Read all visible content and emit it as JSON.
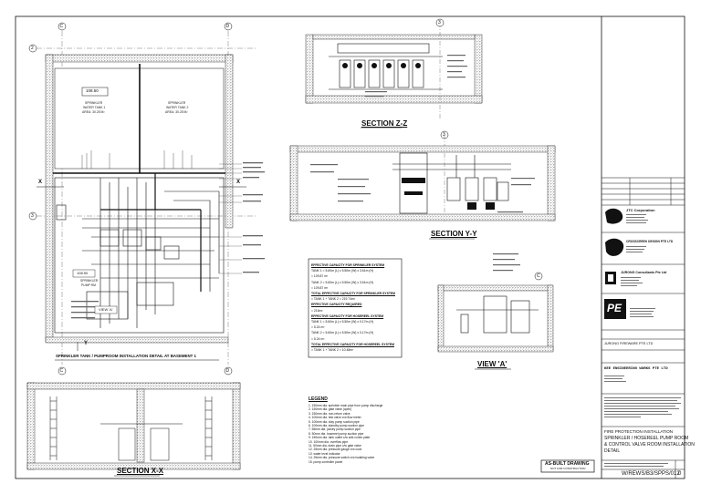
{
  "grid_labels": {
    "c": "C",
    "d": "D",
    "two": "2",
    "three": "3",
    "x": "X",
    "y": "Y"
  },
  "plan": {
    "tank1_level": "108.50",
    "tank1_name": "SPRINKLER",
    "tank1_sub": "WATER TANK 1",
    "tank1_area": "AREA: 30.25 M²",
    "tank2_name": "SPRINKLER",
    "tank2_sub": "WATER TANK 2",
    "tank2_area": "AREA: 30.25 M²",
    "room_level": "108.50",
    "room_name": "SPRINKLER",
    "room_sub": "PUMP RM",
    "view_a": "VIEW 'A'",
    "title": "SPRINKLER TANK / PUMPROOM INSTALLATION DETAIL AT BASEMENT 1"
  },
  "sections": {
    "zz": "SECTION Z-Z",
    "yy": "SECTION Y-Y",
    "xx": "SECTION X-X",
    "view_a": "VIEW 'A'"
  },
  "capacity_lines": [
    "EFFECTIVE CAPACITY FOR SPRINKLER SYSTEM",
    "TANK 1 = 5.60m (L) x 5.50m (W) x 3.61m (H)",
    "= 109.87 m³",
    "TANK 2 = 5.60m (L) x 5.50m (W) x 3.61m (H)",
    "= 109.87 m³",
    "TOTAL EFFECTIVE CAPACITY FOR SPRINKLER SYSTEM",
    "= TANK 1 + TANK 2 = 219.74m³",
    "EFFECTIVE CAPACITY REQUIRED",
    "= 216m³",
    "EFFECTIVE CAPACITY FOR HOSEREEL SYSTEM",
    "TANK 1 = 5.60m (L) x 5.50m (W) x 0.17m (H)",
    "= 5.24 m³",
    "TANK 2 = 5.60m (L) x 5.50m (W) x 0.17m (H)",
    "= 5.24 m³",
    "TOTAL EFFECTIVE CAPACITY FOR HOSEREEL SYSTEM",
    "= TANK 1 + TANK 2 = 10.48m³"
  ],
  "legend": {
    "title": "LEGEND",
    "items": [
      "1. 150mm dia. sprinkler main pipe from pump discharge",
      "2. 150mm dia. gate valve (open)",
      "3. 150mm dia. non-return valve",
      "4. 100mm dia. test valve c/w flow meter",
      "5. 100mm dia. duty pump suction pipe",
      "6. 100mm dia. standby pump suction pipe",
      "7. 65mm dia. jockey pump suction pipe",
      "8. 50mm dia. hosereel pump suction pipe",
      "9. 150mm dia. tank outlet c/w anti-vortex plate",
      "10. 100mm dia. overflow pipe",
      "11. 50mm dia. drain pipe c/w gate valve",
      "12. 25mm dia. pressure gauge c/w cock",
      "13. water level indicator",
      "14. 25mm dia. pressure switch c/w isolating valve",
      "15. pump controller panel"
    ]
  },
  "stamp": {
    "line1": "AS-BUILT DRAWING",
    "line2": "NOT FOR CONSTRUCTION"
  },
  "title_block": {
    "client": "JTC Corporation",
    "architect": "CROSSCREEK DESIGN PTE LTD",
    "engineer": "JURONG Consultants Pte Ltd",
    "contractor_logo": "PE",
    "contractor_name": "JURONG FIREWARE PTE LTD",
    "subcontractor": "KEE ENGINEERING WORKS PTE LTD",
    "project_title": "FIRE PROTECTION INSTALLATION",
    "drawing_title_1": "SPRINKLER / HOSEREEL PUMP ROOM",
    "drawing_title_2": "& CONTROL VALVE ROOM INSTALLATION",
    "drawing_title_3": "DETAIL",
    "drawing_no": "W/REWS/B3/SPPS/012",
    "revision": "0"
  }
}
